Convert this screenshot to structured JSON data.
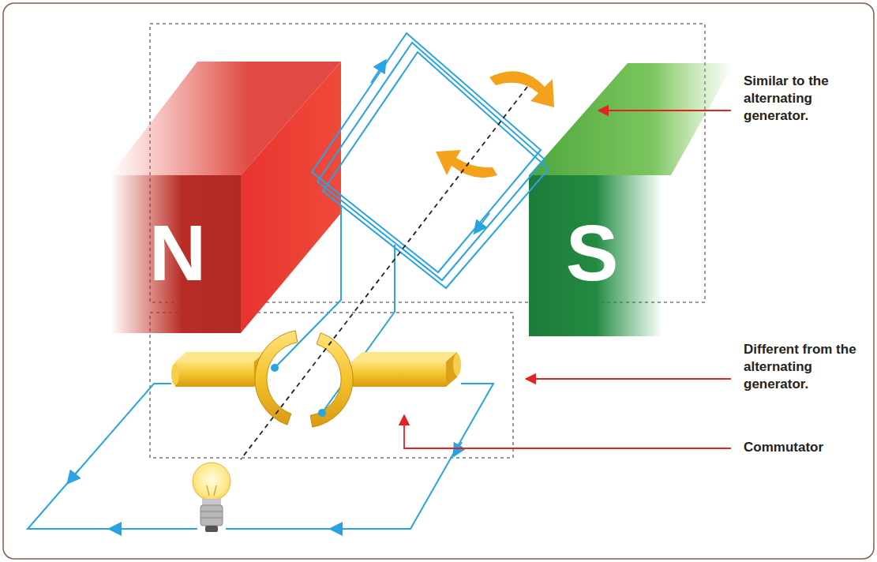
{
  "diagram": {
    "nodes": [
      {
        "text": [
          "N"
        ]
      },
      {
        "text": [
          "S"
        ]
      }
    ],
    "labels": [
      "Similar to the alternating generator.",
      "Different from the alternating generator.",
      "Commutator"
    ]
  }
}
